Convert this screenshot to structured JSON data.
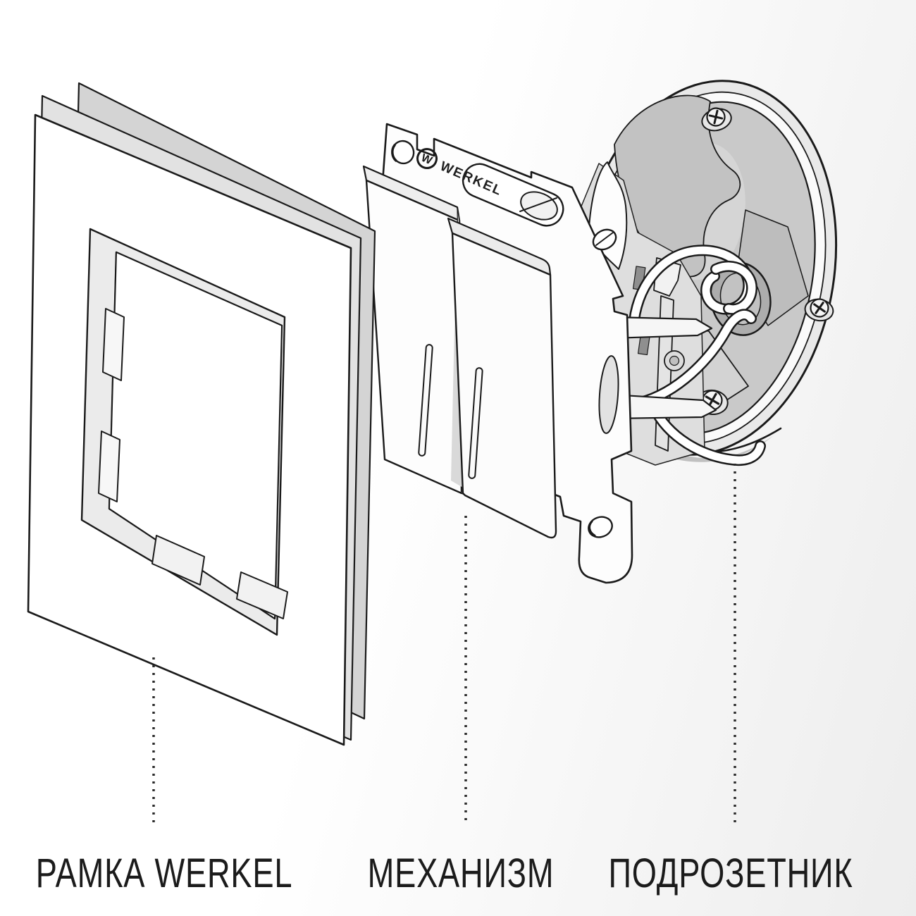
{
  "diagram": {
    "parts": [
      {
        "name": "frame",
        "label": "РАМКА WERKEL"
      },
      {
        "name": "mechanism",
        "label": "МЕХАНИЗМ"
      },
      {
        "name": "mounting-box",
        "label": "ПОДРОЗЕТНИК"
      }
    ],
    "brand": {
      "logo_letter": "W",
      "engraving": "WERKEL"
    },
    "colors": {
      "background": "#ffffff",
      "background_shade": "#ededed",
      "line": "#1a1a1a",
      "label_text": "#1b1b1b",
      "shade_light": "#e9e9e9",
      "shade_mid": "#d6d6d6",
      "box_interior": "#c9c9c9"
    }
  }
}
